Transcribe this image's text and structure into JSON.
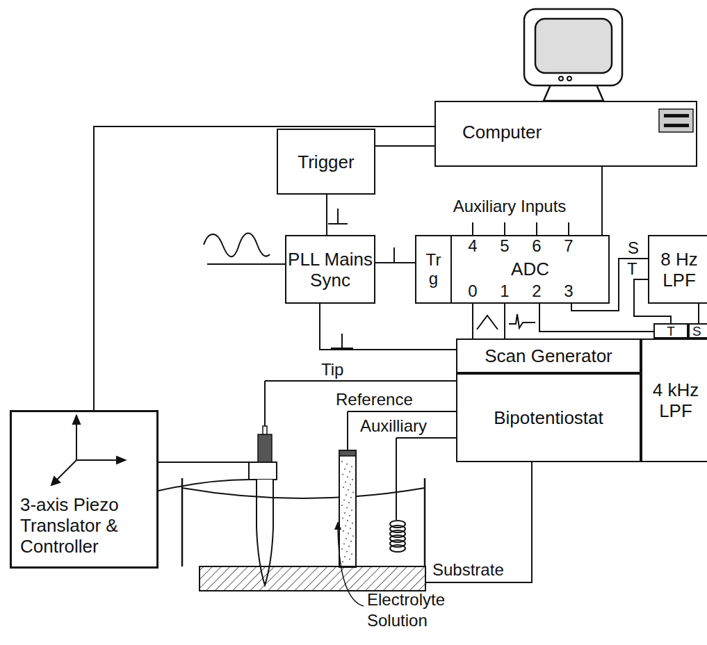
{
  "diagram": {
    "nodes": [
      {
        "text": [
          "Computer"
        ]
      },
      {
        "text": [
          "Trigger"
        ]
      },
      {
        "text": [
          "PLL Mains Sync"
        ]
      },
      {
        "text": [
          "Trg",
          "ADC"
        ]
      },
      {
        "text": [
          "8 Hz LPF"
        ]
      },
      {
        "text": [
          "T"
        ]
      },
      {
        "text": [
          "S"
        ]
      },
      {
        "text": [
          "Scan Generator"
        ]
      },
      {
        "text": [
          "Bipotentiostat"
        ]
      },
      {
        "text": [
          "4 kHz LPF"
        ]
      },
      {
        "text": [
          "3-axis Piezo Translator & Controller"
        ]
      }
    ],
    "edges": [
      {
        "from": 1,
        "to": 0,
        "arrow": "none"
      },
      {
        "from": 1,
        "to": 2,
        "arrow": "none"
      },
      {
        "from": 2,
        "to": 3,
        "arrow": "none"
      },
      {
        "from": 2,
        "to": 7,
        "arrow": "none"
      },
      {
        "from": 0,
        "to": 3,
        "arrow": "none"
      },
      {
        "from": 0,
        "to": 10,
        "arrow": "none"
      },
      {
        "from": 3,
        "to": 7,
        "arrow": "none"
      },
      {
        "from": 3,
        "to": 7,
        "arrow": "none"
      },
      {
        "from": 3,
        "to": 5,
        "arrow": "none"
      },
      {
        "from": 3,
        "to": 4,
        "arrow": "none"
      },
      {
        "from": 4,
        "to": 5,
        "arrow": "none"
      },
      {
        "from": 6,
        "to": 4,
        "arrow": "none"
      }
    ],
    "labels": [
      "Auxiliary Inputs",
      "4",
      "5",
      "6",
      "7",
      "0",
      "1",
      "2",
      "3",
      "S",
      "T",
      "Tip",
      "Reference",
      "Auxilliary",
      "Substrate",
      "Electrolyte Solution"
    ]
  }
}
